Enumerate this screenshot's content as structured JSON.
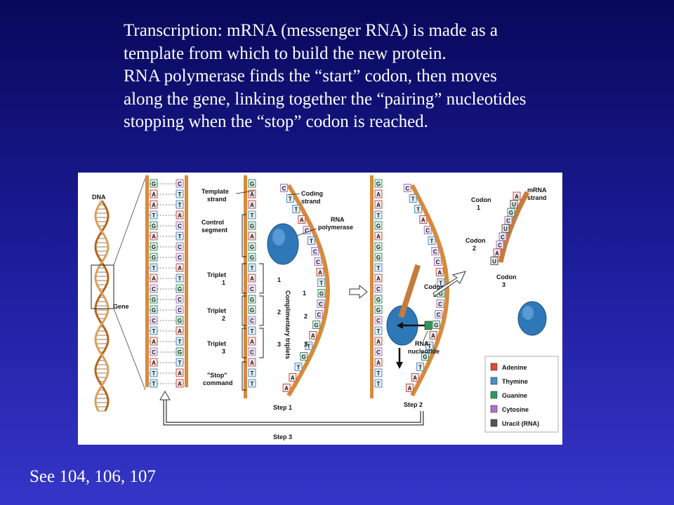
{
  "slide": {
    "text_lines": [
      "Transcription: mRNA (messenger RNA) is made as  a",
      "template from which to build the new protein.",
      "RNA polymerase finds the “start” codon, then moves",
      "along the gene, linking together the “pairing” nucleotides",
      "stopping when the “stop” codon is reached."
    ],
    "reference": "See 104, 106, 107"
  },
  "figure": {
    "labels": {
      "dna": "DNA",
      "gene": "Gene",
      "template_strand": [
        "Template",
        "strand"
      ],
      "coding_strand": [
        "Coding",
        "strand"
      ],
      "rna_polymerase": [
        "RNA",
        "polymerase"
      ],
      "control_segment": [
        "Control",
        "segment"
      ],
      "triplet1": [
        "Triplet",
        "1"
      ],
      "triplet2": [
        "Triplet",
        "2"
      ],
      "triplet3": [
        "Triplet",
        "3"
      ],
      "stop_command": [
        "\"Stop\"",
        "command"
      ],
      "complimentary_triplets": "Complimentary triplets",
      "codon_1": [
        "Codon",
        "1"
      ],
      "codon1_r": [
        "Codon",
        "1"
      ],
      "codon2_r": [
        "Codon",
        "2"
      ],
      "codon3_r": [
        "Codon",
        "3"
      ],
      "mrna_strand": [
        "mRNA",
        "strand"
      ],
      "rna_nucleotide": [
        "RNA",
        "nucleotide"
      ],
      "step1": "Step 1",
      "step2": "Step 2",
      "step3": "Step 3",
      "n1": "1",
      "n2": "2",
      "n3": "3",
      "c1": "1",
      "c2": "2",
      "c3": "3"
    },
    "gene_left": [
      "G",
      "A",
      "A",
      "T",
      "G",
      "A",
      "G",
      "G",
      "T",
      "A",
      "C",
      "G",
      "G",
      "C",
      "T",
      "A",
      "C",
      "A",
      "T",
      "T"
    ],
    "gene_right": [
      "C",
      "T",
      "T",
      "A",
      "C",
      "T",
      "C",
      "C",
      "A",
      "T",
      "G",
      "C",
      "C",
      "G",
      "A",
      "T",
      "G",
      "T",
      "A",
      "A"
    ],
    "step1_template": [
      "G",
      "A",
      "A",
      "T",
      "G",
      "A",
      "G",
      "G",
      "T",
      "A",
      "C",
      "G",
      "G",
      "C",
      "T",
      "A",
      "C",
      "A",
      "T",
      "T"
    ],
    "step1_coding": [
      "C",
      "T",
      "T",
      "A",
      "C",
      "T",
      "C",
      "C",
      "A",
      "T",
      "G",
      "C",
      "C",
      "G",
      "A",
      "T",
      "G",
      "T",
      "A",
      "A"
    ],
    "step2_template": [
      "G",
      "A",
      "A",
      "T",
      "G",
      "A",
      "G",
      "G",
      "T",
      "A",
      "C",
      "G",
      "G",
      "C",
      "T",
      "A",
      "C",
      "A",
      "T",
      "T"
    ],
    "step2_coding": [
      "C",
      "T",
      "T",
      "A",
      "C",
      "T",
      "C",
      "C",
      "A",
      "T",
      "G",
      "C",
      "C",
      "G",
      "A",
      "T",
      "G",
      "T",
      "A",
      "A"
    ],
    "mrna_bases": [
      "A",
      "U",
      "G",
      "C",
      "U",
      "C",
      "C",
      "A",
      "U"
    ],
    "legend": [
      {
        "name": "Adenine",
        "color": "#e0483a"
      },
      {
        "name": "Thymine",
        "color": "#4a8fc8"
      },
      {
        "name": "Guanine",
        "color": "#2e9a5a"
      },
      {
        "name": "Cytosine",
        "color": "#b070c8"
      },
      {
        "name": "Uracil (RNA)",
        "color": "#555555"
      }
    ],
    "colors": {
      "A": "#e0483a",
      "T": "#4a8fc8",
      "G": "#2e9a5a",
      "C": "#b070c8",
      "U": "#555555",
      "backbone": "#d88a3a",
      "polymerase": "#2f78b8"
    }
  }
}
